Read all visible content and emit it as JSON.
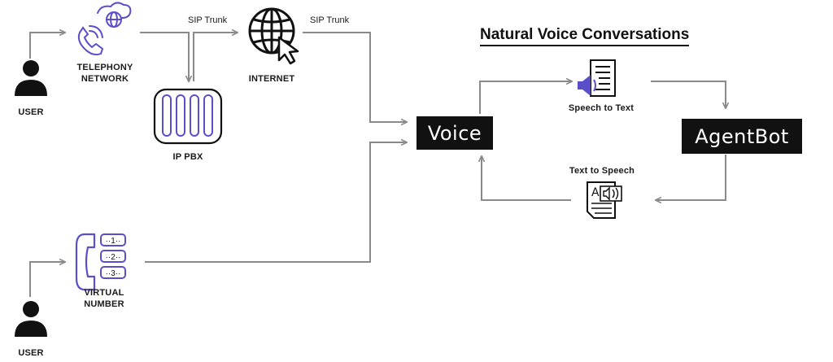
{
  "diagram": {
    "title": "Natural Voice Conversations",
    "nodes": {
      "user_top": "USER",
      "user_bottom": "USER",
      "telephony_line1": "TELEPHONY",
      "telephony_line2": "NETWORK",
      "ip_pbx": "IP PBX",
      "internet": "INTERNET",
      "virtual_line1": "VIRTUAL",
      "virtual_line2": "NUMBER",
      "voice": "Voice",
      "agentbot": "AgentBot",
      "speech_to_text": "Speech to Text",
      "text_to_speech": "Text to Speech"
    },
    "edges": {
      "sip_trunk_1": "SIP Trunk",
      "sip_trunk_2": "SIP Trunk"
    },
    "virtual_number_keys": [
      "1",
      "2",
      "3"
    ],
    "colors": {
      "accent": "#5b4fc9",
      "line": "#8a8a8a",
      "box": "#111111"
    },
    "icons": [
      "user-icon",
      "telephony-icon",
      "ip-pbx-icon",
      "internet-icon",
      "virtual-number-icon",
      "speech-to-text-icon",
      "text-to-speech-icon"
    ]
  }
}
